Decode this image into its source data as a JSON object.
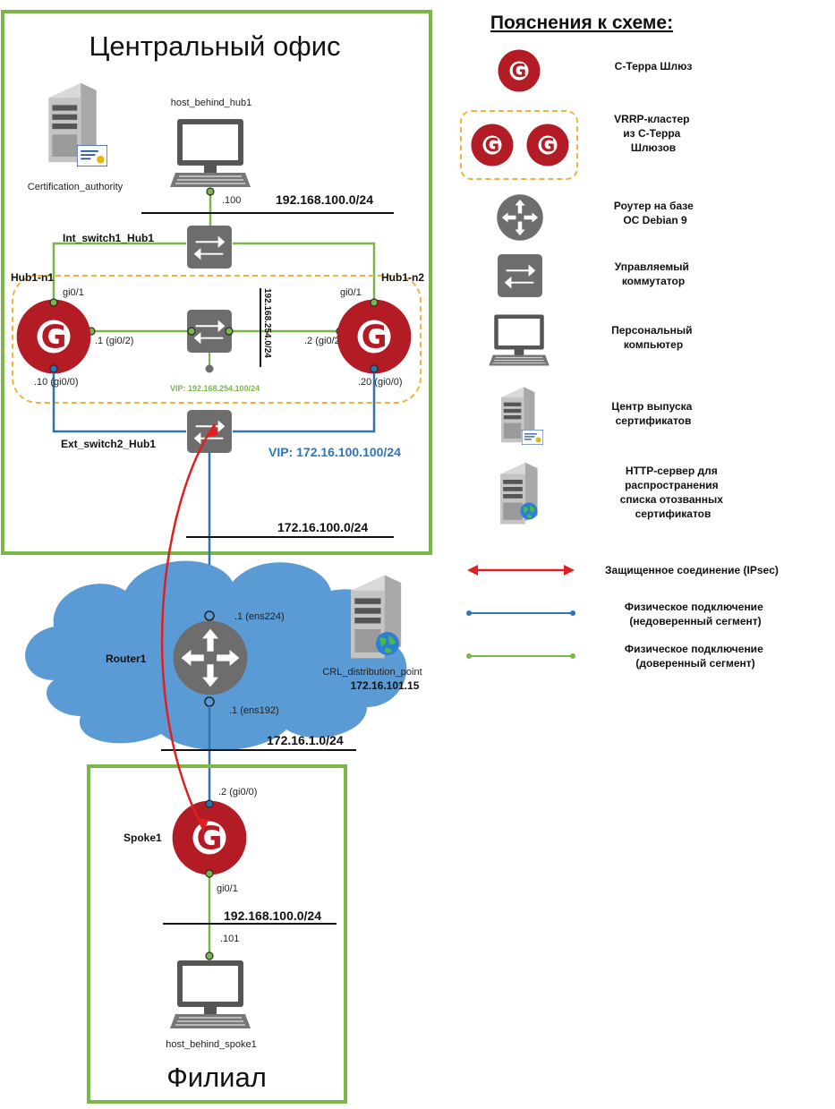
{
  "colors": {
    "green": "#7ab648",
    "blue": "#2e75b6",
    "red": "#e02020",
    "gateway": "#b31b25",
    "switch": "#6d6d6d",
    "cloud": "#5b9bd5",
    "vrrp": "#f0b43c"
  },
  "central_office": {
    "title": "Центральный офис",
    "ca_label": "Certification_authority",
    "host_label": "host_behind_hub1",
    "host_ip": ".100",
    "lan_net": "192.168.100.0/24",
    "int_switch_label": "Int_switch1_Hub1",
    "ext_switch_label": "Ext_switch2_Hub1",
    "hub1_label": "Hub1-n1",
    "hub2_label": "Hub1-n2",
    "hub1_gi01": "gi0/1",
    "hub2_gi01": "gi0/1",
    "hub1_gi02": ".1 (gi0/2)",
    "hub2_gi02": ".2 (gi0/2)",
    "hub1_gi00": ".10 (gi0/0)",
    "hub2_gi00": ".20 (gi0/0)",
    "sync_net": "192.168.254.0/24",
    "vip_internal": "VIP: 192.168.254.100/24",
    "vip_external": "VIP: 172.16.100.100/24",
    "ext_net": "172.16.100.0/24"
  },
  "internet": {
    "router_label": "Router1",
    "router_ens224": ".1 (ens224)",
    "router_ens192": ".1 (ens192)",
    "crl_label": "CRL_distribution_point",
    "crl_ip": "172.16.101.15",
    "wan_net": "172.16.1.0/24"
  },
  "branch": {
    "title": "Филиал",
    "spoke_label": "Spoke1",
    "spoke_gi00": ".2 (gi0/0)",
    "spoke_gi01": "gi0/1",
    "lan_net": "192.168.100.0/24",
    "host_ip": ".101",
    "host_label": "host_behind_spoke1"
  },
  "legend": {
    "title": "Пояснения к схеме:",
    "gateway_letter": "G",
    "items": [
      {
        "icon": "gateway-icon",
        "lines": [
          "С-Терра Шлюз"
        ]
      },
      {
        "icon": "vrrp-cluster-icon",
        "lines": [
          "VRRP-кластер",
          "из С-Терра",
          "Шлюзов"
        ]
      },
      {
        "icon": "router-icon",
        "lines": [
          "Роутер на базе",
          "ОС Debian 9"
        ]
      },
      {
        "icon": "switch-icon",
        "lines": [
          "Управляемый",
          "коммутатор"
        ]
      },
      {
        "icon": "pc-icon",
        "lines": [
          "Персональный",
          "компьютер"
        ]
      },
      {
        "icon": "ca-server-icon",
        "lines": [
          "Центр выпуска",
          "сертификатов"
        ]
      },
      {
        "icon": "http-server-icon",
        "lines": [
          "HTTP-сервер для",
          "распространения",
          "списка отозванных",
          "сертификатов"
        ]
      },
      {
        "icon": "ipsec-line-icon",
        "lines": [
          "Защищенное соединение (IPsec)"
        ]
      },
      {
        "icon": "untrusted-line-icon",
        "lines": [
          "Физическое подключение",
          "(недоверенный сегмент)"
        ]
      },
      {
        "icon": "trusted-line-icon",
        "lines": [
          "Физическое подключение",
          "(доверенный сегмент)"
        ]
      }
    ]
  }
}
